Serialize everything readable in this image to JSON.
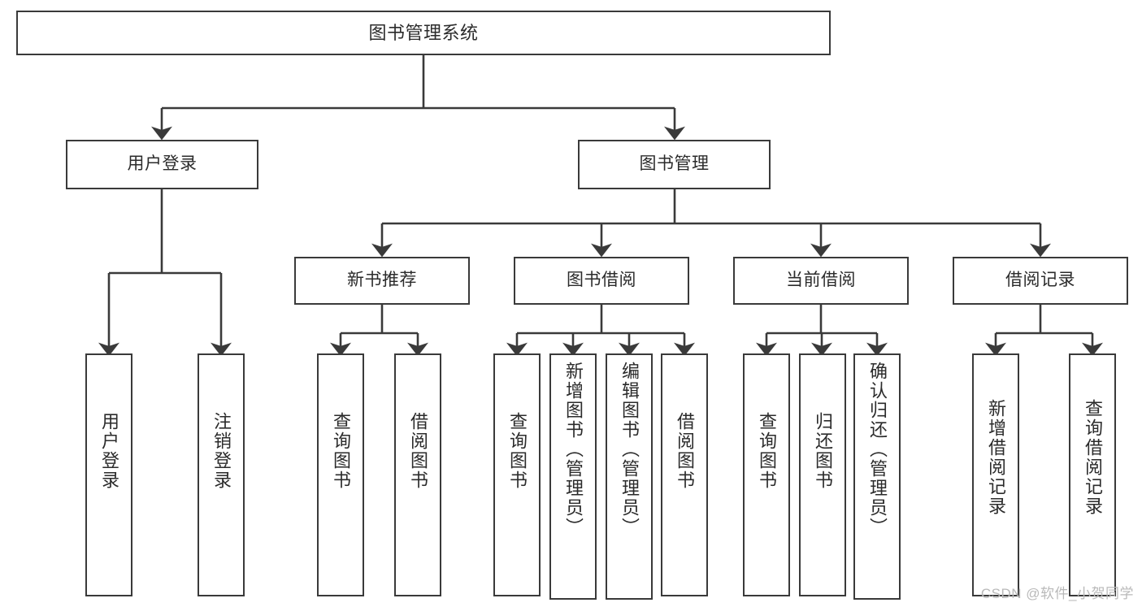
{
  "diagram": {
    "type": "tree-hierarchy",
    "title": "图书管理系统",
    "style": {
      "border_color": "#3a3a3a",
      "fill_color": "#ffffff",
      "text_color": "#2b2b2b",
      "edge_color": "#3a3a3a",
      "watermark_color": "#b9b9b9"
    },
    "root": {
      "label": "图书管理系统"
    },
    "level2": [
      {
        "label": "用户登录"
      },
      {
        "label": "图书管理"
      }
    ],
    "level3": [
      {
        "label": "新书推荐"
      },
      {
        "label": "图书借阅"
      },
      {
        "label": "当前借阅"
      },
      {
        "label": "借阅记录"
      }
    ],
    "leaves": {
      "user_login": [
        {
          "label": "用户登录"
        },
        {
          "label": "注销登录"
        }
      ],
      "new_book_recommend": [
        {
          "label": "查询图书"
        },
        {
          "label": "借阅图书"
        }
      ],
      "book_borrow": [
        {
          "label": "查询图书"
        },
        {
          "label": "新增图书（管理员）"
        },
        {
          "label": "编辑图书（管理员）"
        },
        {
          "label": "借阅图书"
        }
      ],
      "current_borrow": [
        {
          "label": "查询图书"
        },
        {
          "label": "归还图书"
        },
        {
          "label": "确认归还（管理员）"
        }
      ],
      "borrow_record": [
        {
          "label": "新增借阅记录"
        },
        {
          "label": "查询借阅记录"
        }
      ]
    },
    "watermark": "CSDN @软件_小贺同学"
  }
}
